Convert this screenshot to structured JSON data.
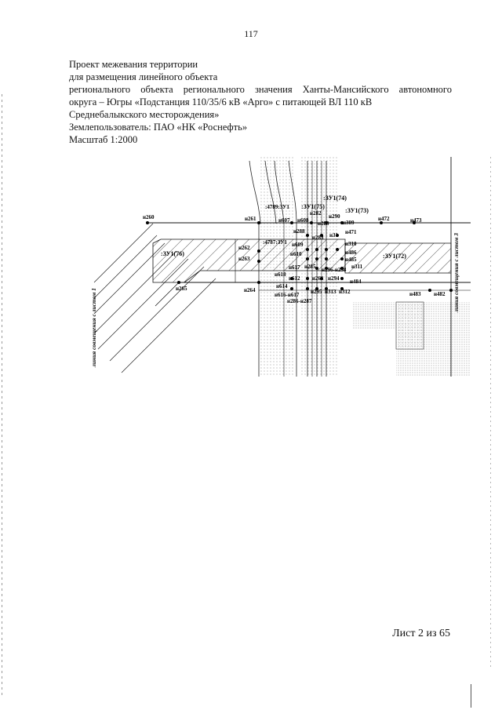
{
  "page_number": "117",
  "header": {
    "line1": "Проект межевания территории",
    "line2": "для размещения линейного объекта",
    "line3": "регионального объекта регионального значения Ханты-Мансийского автономного",
    "line4": "округа – Югры «Подстанция 110/35/6 кВ «Арго» с питающей ВЛ 110 кВ",
    "line5": "Среднебалыкского месторождения»",
    "line6": "Землепользователь: ПАО «НК «Роснефть»",
    "line7": "Масштаб 1:2000"
  },
  "map": {
    "side_label_left": "линия совмещения с листом 1",
    "side_label_right": "линия совмещения с листом 3",
    "parcels": {
      "zu76": ":ЗУ1(76)",
      "zu72": ":ЗУ1(72)",
      "zu75": ":ЗУ1(75)",
      "zu74": ":ЗУ1(74)",
      "zu73": ":ЗУ1(73)",
      "zu4789": ":4789:ЗУ1",
      "zu4787": ":4787:ЗУ1"
    },
    "points": {
      "n260": "н260",
      "n261": "н261",
      "n262": "н262",
      "n263": "н263",
      "n264": "н264",
      "n265": "н265",
      "n607": "н607",
      "n608": "н608",
      "n282": "н282",
      "n290": "н290",
      "n309": "н309",
      "n288": "н288",
      "n289": "н289",
      "n471": "н471",
      "n472": "н472",
      "n473": "н473",
      "n283": "н283",
      "n31": "н31",
      "n310": "н310",
      "n609": "н609",
      "n610": "н610",
      "n486": "н486",
      "n485": "н485",
      "n285": "н285",
      "n617a": "н617",
      "n298": "н296-н298",
      "n311": "н311",
      "n618": "н618",
      "n612": "н612",
      "n261b": "н261",
      "n294": "н294",
      "n484": "н484",
      "n614": "н614",
      "n616": "н616-н617",
      "n295": "н295",
      "n313": "н313",
      "n312": "н312",
      "n483": "н483",
      "n482": "н482",
      "n286": "н286-н287"
    }
  },
  "footer": {
    "sheet": "Лист 2 из 65"
  }
}
